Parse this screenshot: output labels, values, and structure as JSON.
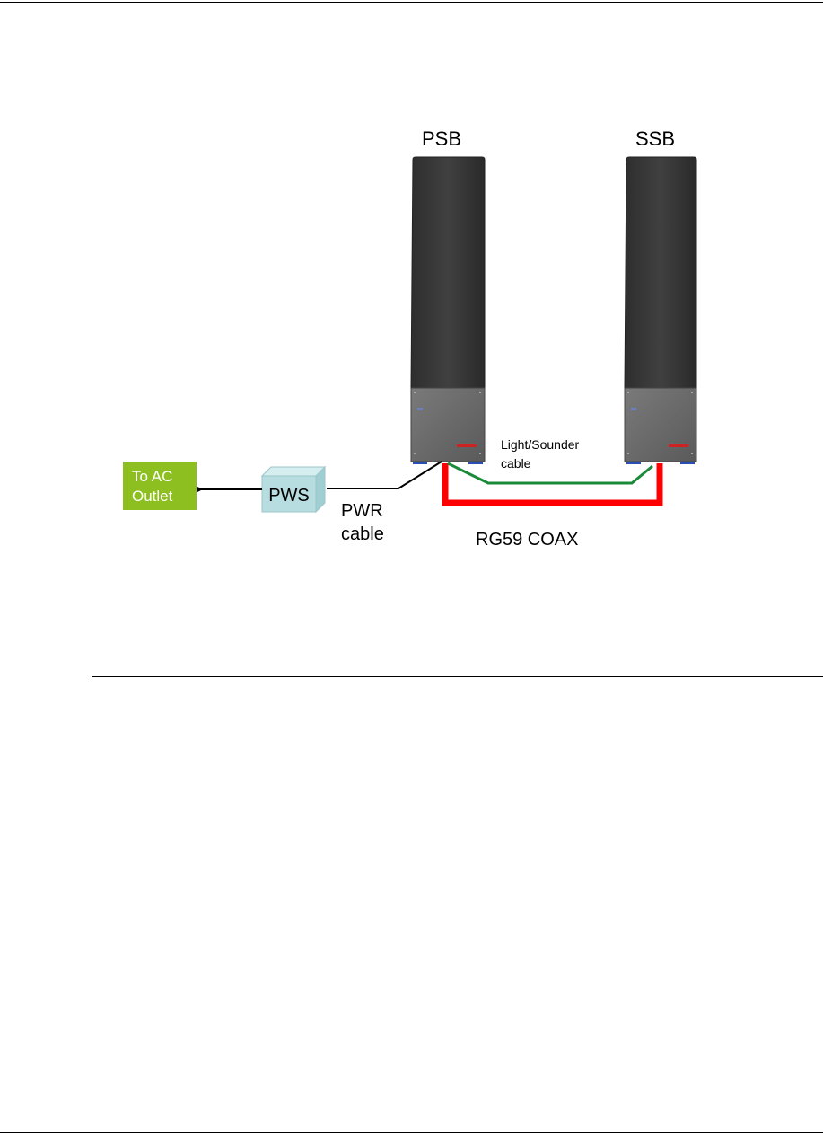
{
  "diagram": {
    "towers": {
      "left_label": "PSB",
      "right_label": "SSB"
    },
    "pws_label": "PWS",
    "ac_outlet": {
      "line1": "To AC",
      "line2": "Outlet"
    },
    "pwr_cable": {
      "line1": "PWR",
      "line2": "cable"
    },
    "light_sounder_cable": {
      "line1": "Light/Sounder",
      "line2": "cable"
    },
    "coax_label": "RG59 COAX",
    "colors": {
      "tower_body": "#3a3a3a",
      "tower_base": "#6b6b6b",
      "pws_box": "#b7dde0",
      "ac_outlet_box": "#8cbf1f",
      "coax_cable": "#ff0000",
      "light_sounder_cable": "#1a8a3a",
      "power_cable": "#000000"
    }
  }
}
